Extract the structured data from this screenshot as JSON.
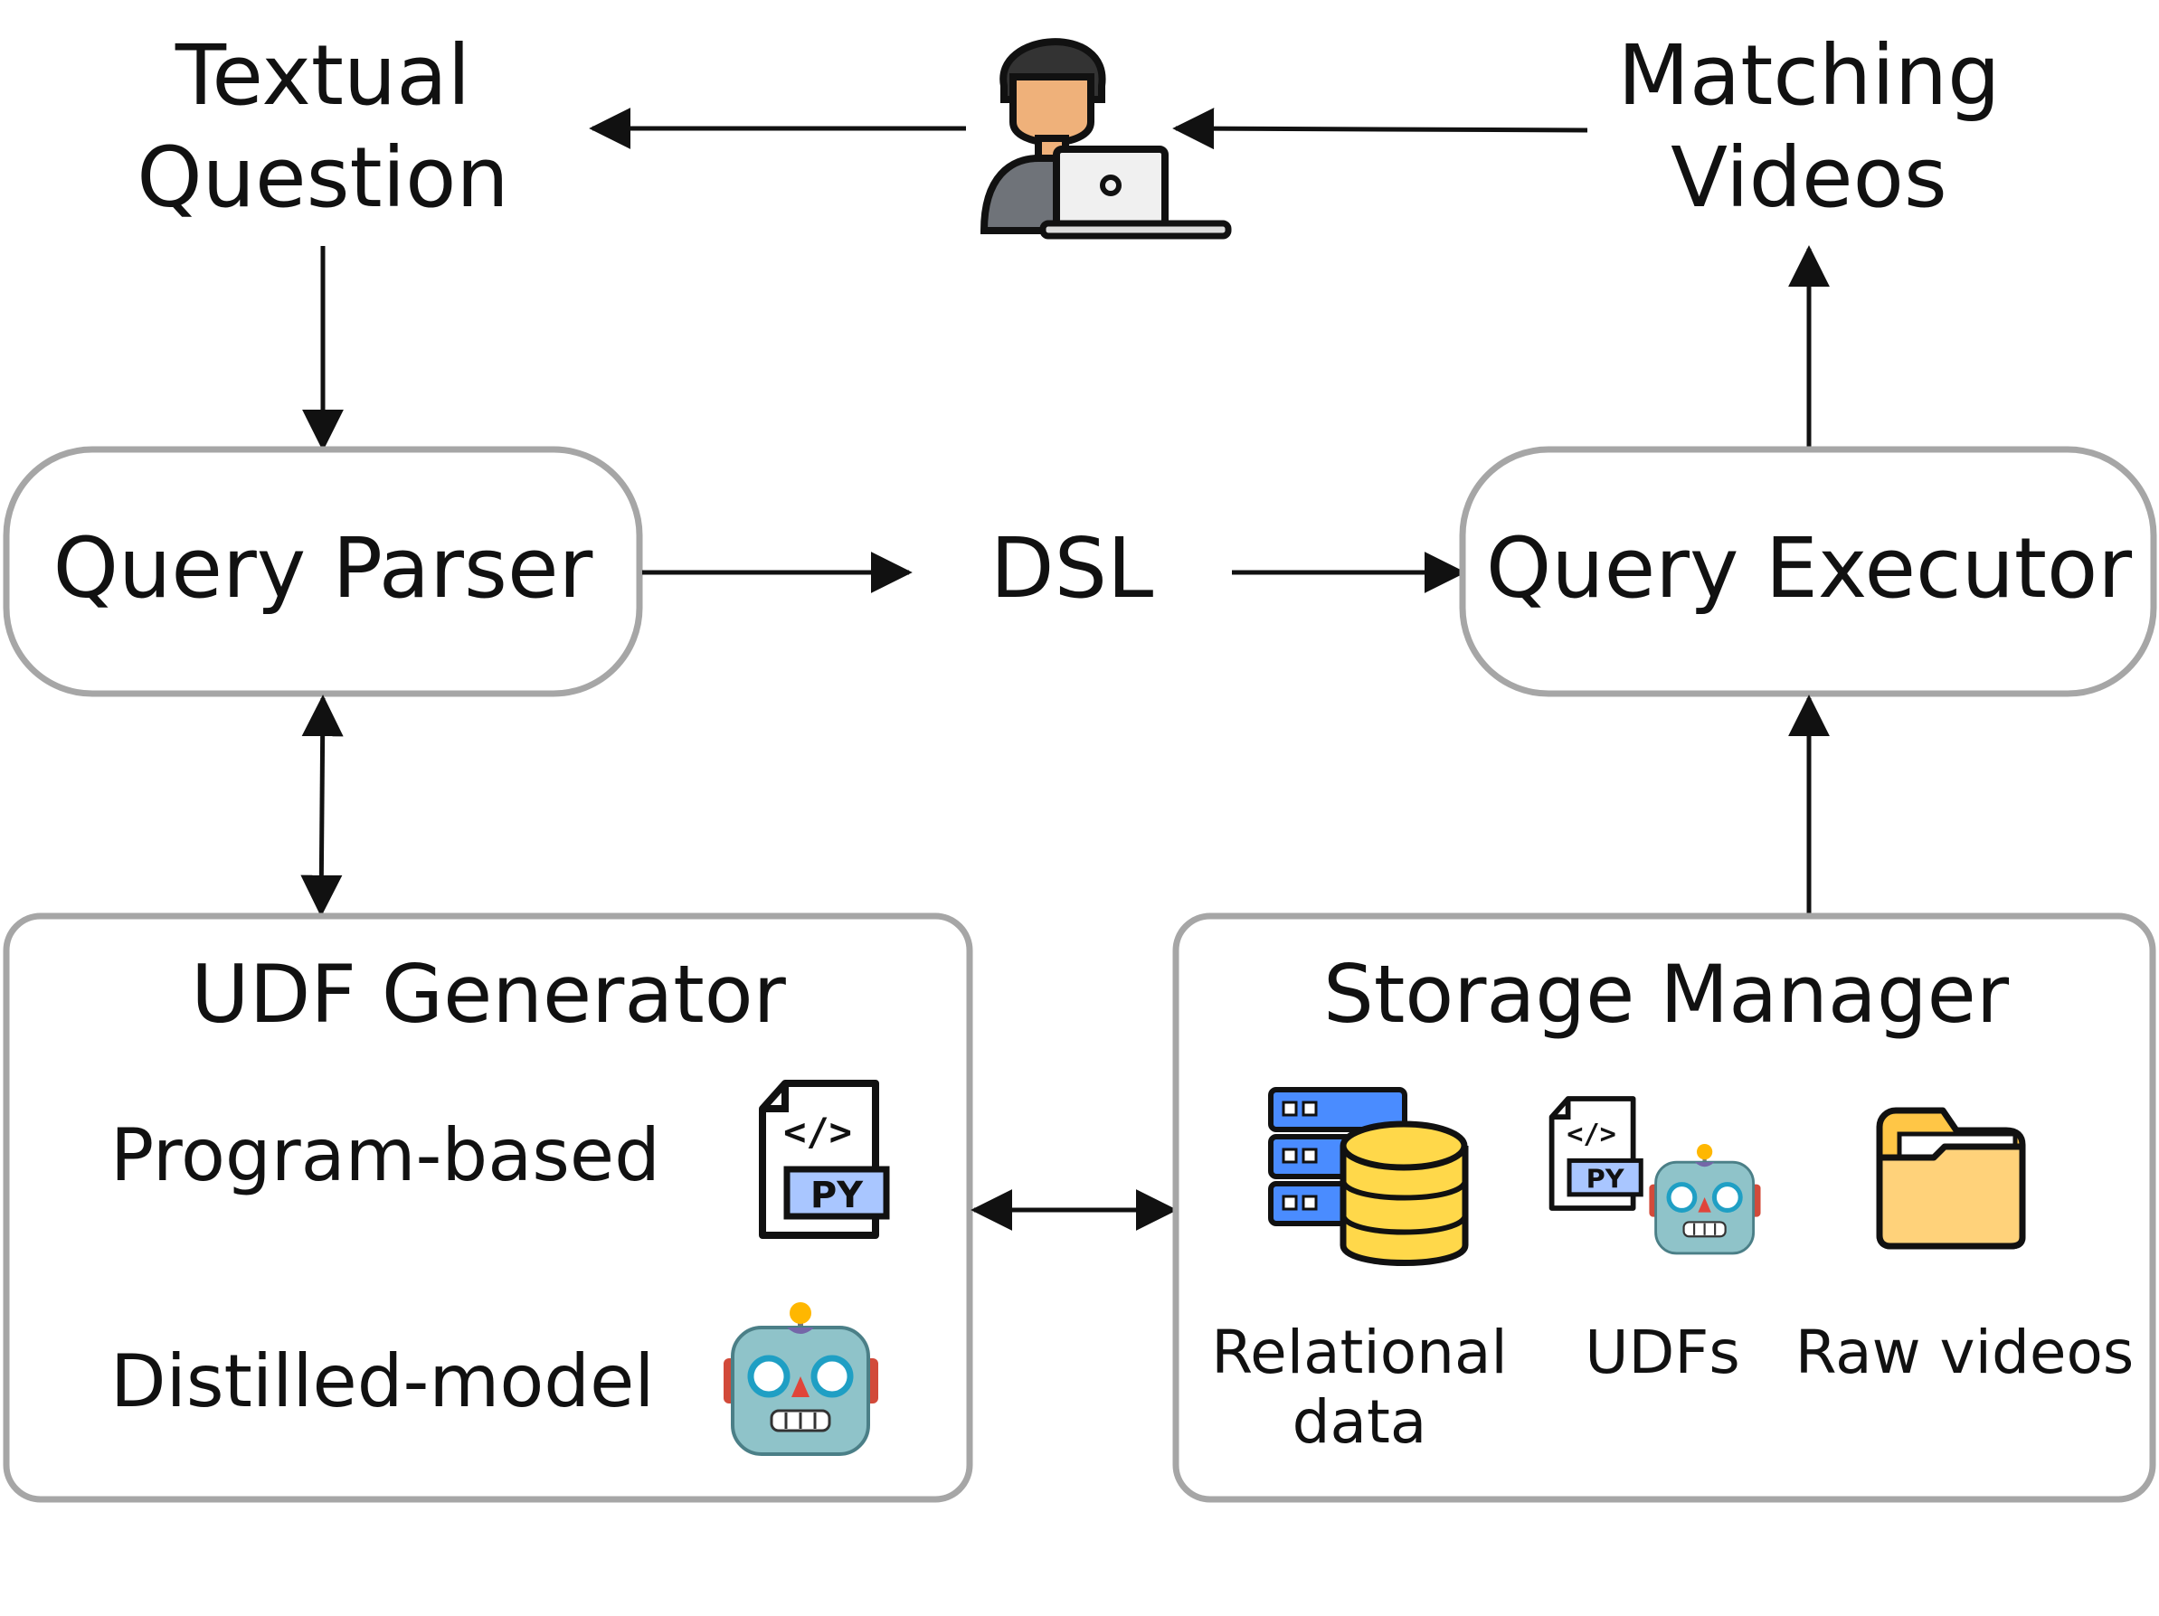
{
  "top": {
    "textual_question": [
      "Textual",
      "Question"
    ],
    "matching_videos": [
      "Matching",
      "Videos"
    ]
  },
  "dsl_label": "DSL",
  "query_parser": {
    "title": "Query Parser"
  },
  "query_executor": {
    "title": "Query Executor"
  },
  "udf_generator": {
    "title": "UDF Generator",
    "rows": [
      "Program-based",
      "Distilled-model"
    ]
  },
  "storage_manager": {
    "title": "Storage Manager",
    "items": [
      {
        "label_lines": [
          "Relational",
          "data"
        ],
        "icon": "database-server-icon"
      },
      {
        "label_lines": [
          "UDFs"
        ],
        "icon": "python-file-robot-icon"
      },
      {
        "label_lines": [
          "Raw videos"
        ],
        "icon": "folder-icon"
      }
    ]
  },
  "icons": {
    "user": "user-laptop-icon",
    "python_file": "python-file-icon",
    "robot": "robot-icon"
  },
  "colors": {
    "box_stroke": "#a6a6a6",
    "arrow": "#111111",
    "file_blue": "#a9c6ff",
    "robot_face": "#8fc3c9",
    "folder": "#ffd27a",
    "database": "#ffd84a",
    "server": "#4a8cff"
  }
}
